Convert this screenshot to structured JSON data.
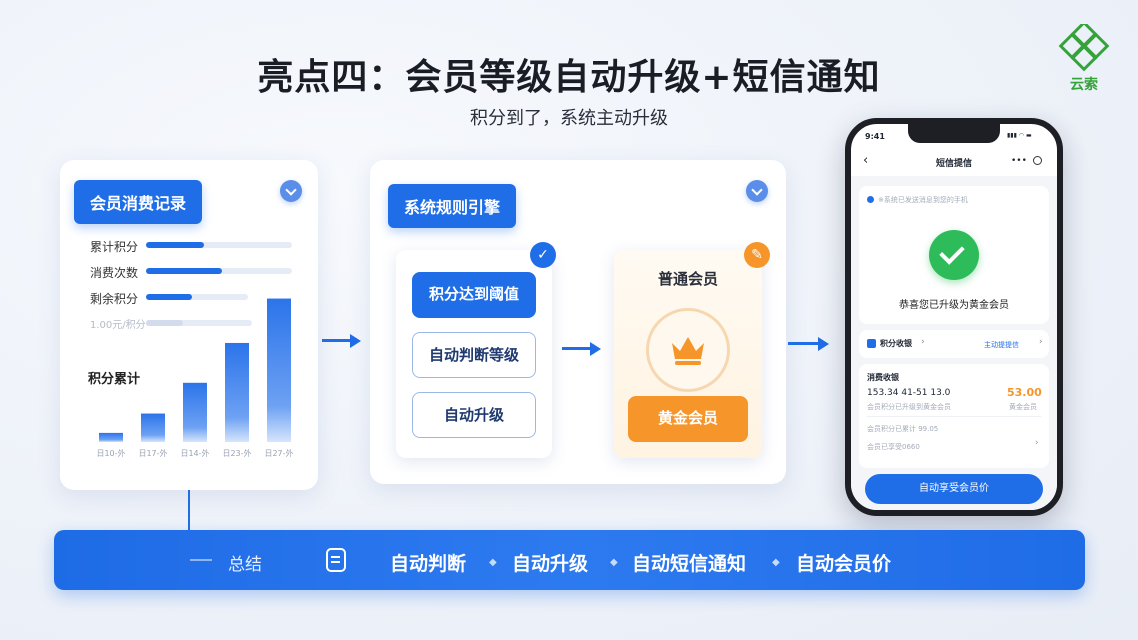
{
  "title": "亮点四：会员等级自动升级+短信通知",
  "subtitle": "积分到了，系统主动升级",
  "logo_text": "云索",
  "card1": {
    "tag": "会员消费记录",
    "rows": [
      {
        "label": "累计积分",
        "fill": 0.4
      },
      {
        "label": "消费次数",
        "fill": 0.52
      },
      {
        "label": "剩余积分",
        "fill": 0.45
      },
      {
        "label": "1.00元/积分",
        "fill": 0.35
      }
    ],
    "chart_title": "积分累计",
    "chart_data": {
      "type": "bar",
      "categories": [
        "日10-外",
        "日17-外",
        "日14-外",
        "日23-外",
        "日27-外"
      ],
      "values": [
        8,
        25,
        52,
        87,
        126
      ],
      "ylim": [
        0,
        130
      ]
    }
  },
  "card2": {
    "tag": "系统规则引擎",
    "left_items": [
      "积分达到阈值",
      "自动判断等级",
      "自动升级"
    ],
    "level_from": "普通会员",
    "level_to": "黄金会员",
    "check_icon": "✓",
    "edit_icon": "✎"
  },
  "phone": {
    "time": "9:41",
    "status_icons": "▮▮▮ ◠ ▬",
    "header_title": "短信提信",
    "msg_sender": "※系统已发送消息到您的手机",
    "success_text": "恭喜您已升级为黄金会员",
    "points_label": "积分收银",
    "points_link": "主动提提信",
    "record_title": "消费收银",
    "record_line": "153.34 41-51 13.0",
    "record_amount": "53.00",
    "record_sub": "会员积分已升级到黄金会员",
    "record_sub2": "黄金会员",
    "extra1": "会员积分已累计 99.05",
    "extra2": "会员已享受0660",
    "cta": "自动享受会员价"
  },
  "banner": {
    "label": "总结",
    "items": [
      "自动判断",
      "自动升级",
      "自动短信通知",
      "自动会员价"
    ]
  },
  "colors": {
    "primary": "#1f6ee8",
    "gold": "#f5952a",
    "success": "#2ebc5a"
  }
}
